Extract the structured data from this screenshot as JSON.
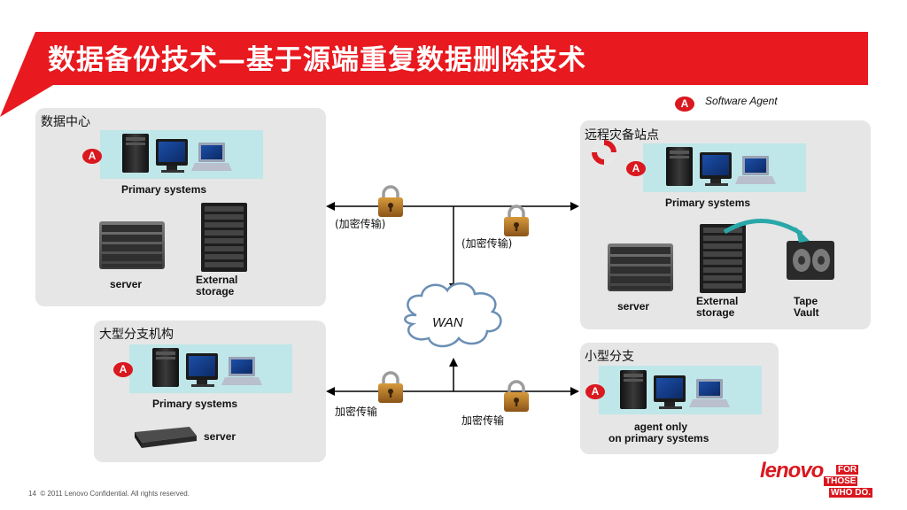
{
  "title": "数据备份技术—基于源端重复数据删除技术",
  "legend": {
    "badge": "A",
    "label": "Software Agent"
  },
  "regions": {
    "datacenter": {
      "label": "数据中心",
      "badge": "A",
      "primary": "Primary systems",
      "server": "server",
      "storage_line1": "External",
      "storage_line2": "storage"
    },
    "remote": {
      "label": "远程灾备站点",
      "badge": "A",
      "primary": "Primary systems",
      "server": "server",
      "storage_line1": "External",
      "storage_line2": "storage",
      "tape_line1": "Tape",
      "tape_line2": "Vault"
    },
    "large_branch": {
      "label": "大型分支机构",
      "badge": "A",
      "primary": "Primary systems",
      "server": "server"
    },
    "small_branch": {
      "label": "小型分支",
      "badge": "A",
      "agent_line1": "agent only",
      "agent_line2": "on primary systems"
    }
  },
  "links": {
    "top_left": "(加密传输)",
    "top_right": "(加密传输)",
    "bottom_left": "加密传输",
    "bottom_right": "加密传输"
  },
  "wan": "WAN",
  "footer": {
    "page": "14",
    "copyright": "2011 Lenovo Confidential. All rights reserved."
  },
  "logo": {
    "name": "lenovo",
    "tag1": "FOR",
    "tag2": "THOSE",
    "tag3": "WHO DO."
  }
}
